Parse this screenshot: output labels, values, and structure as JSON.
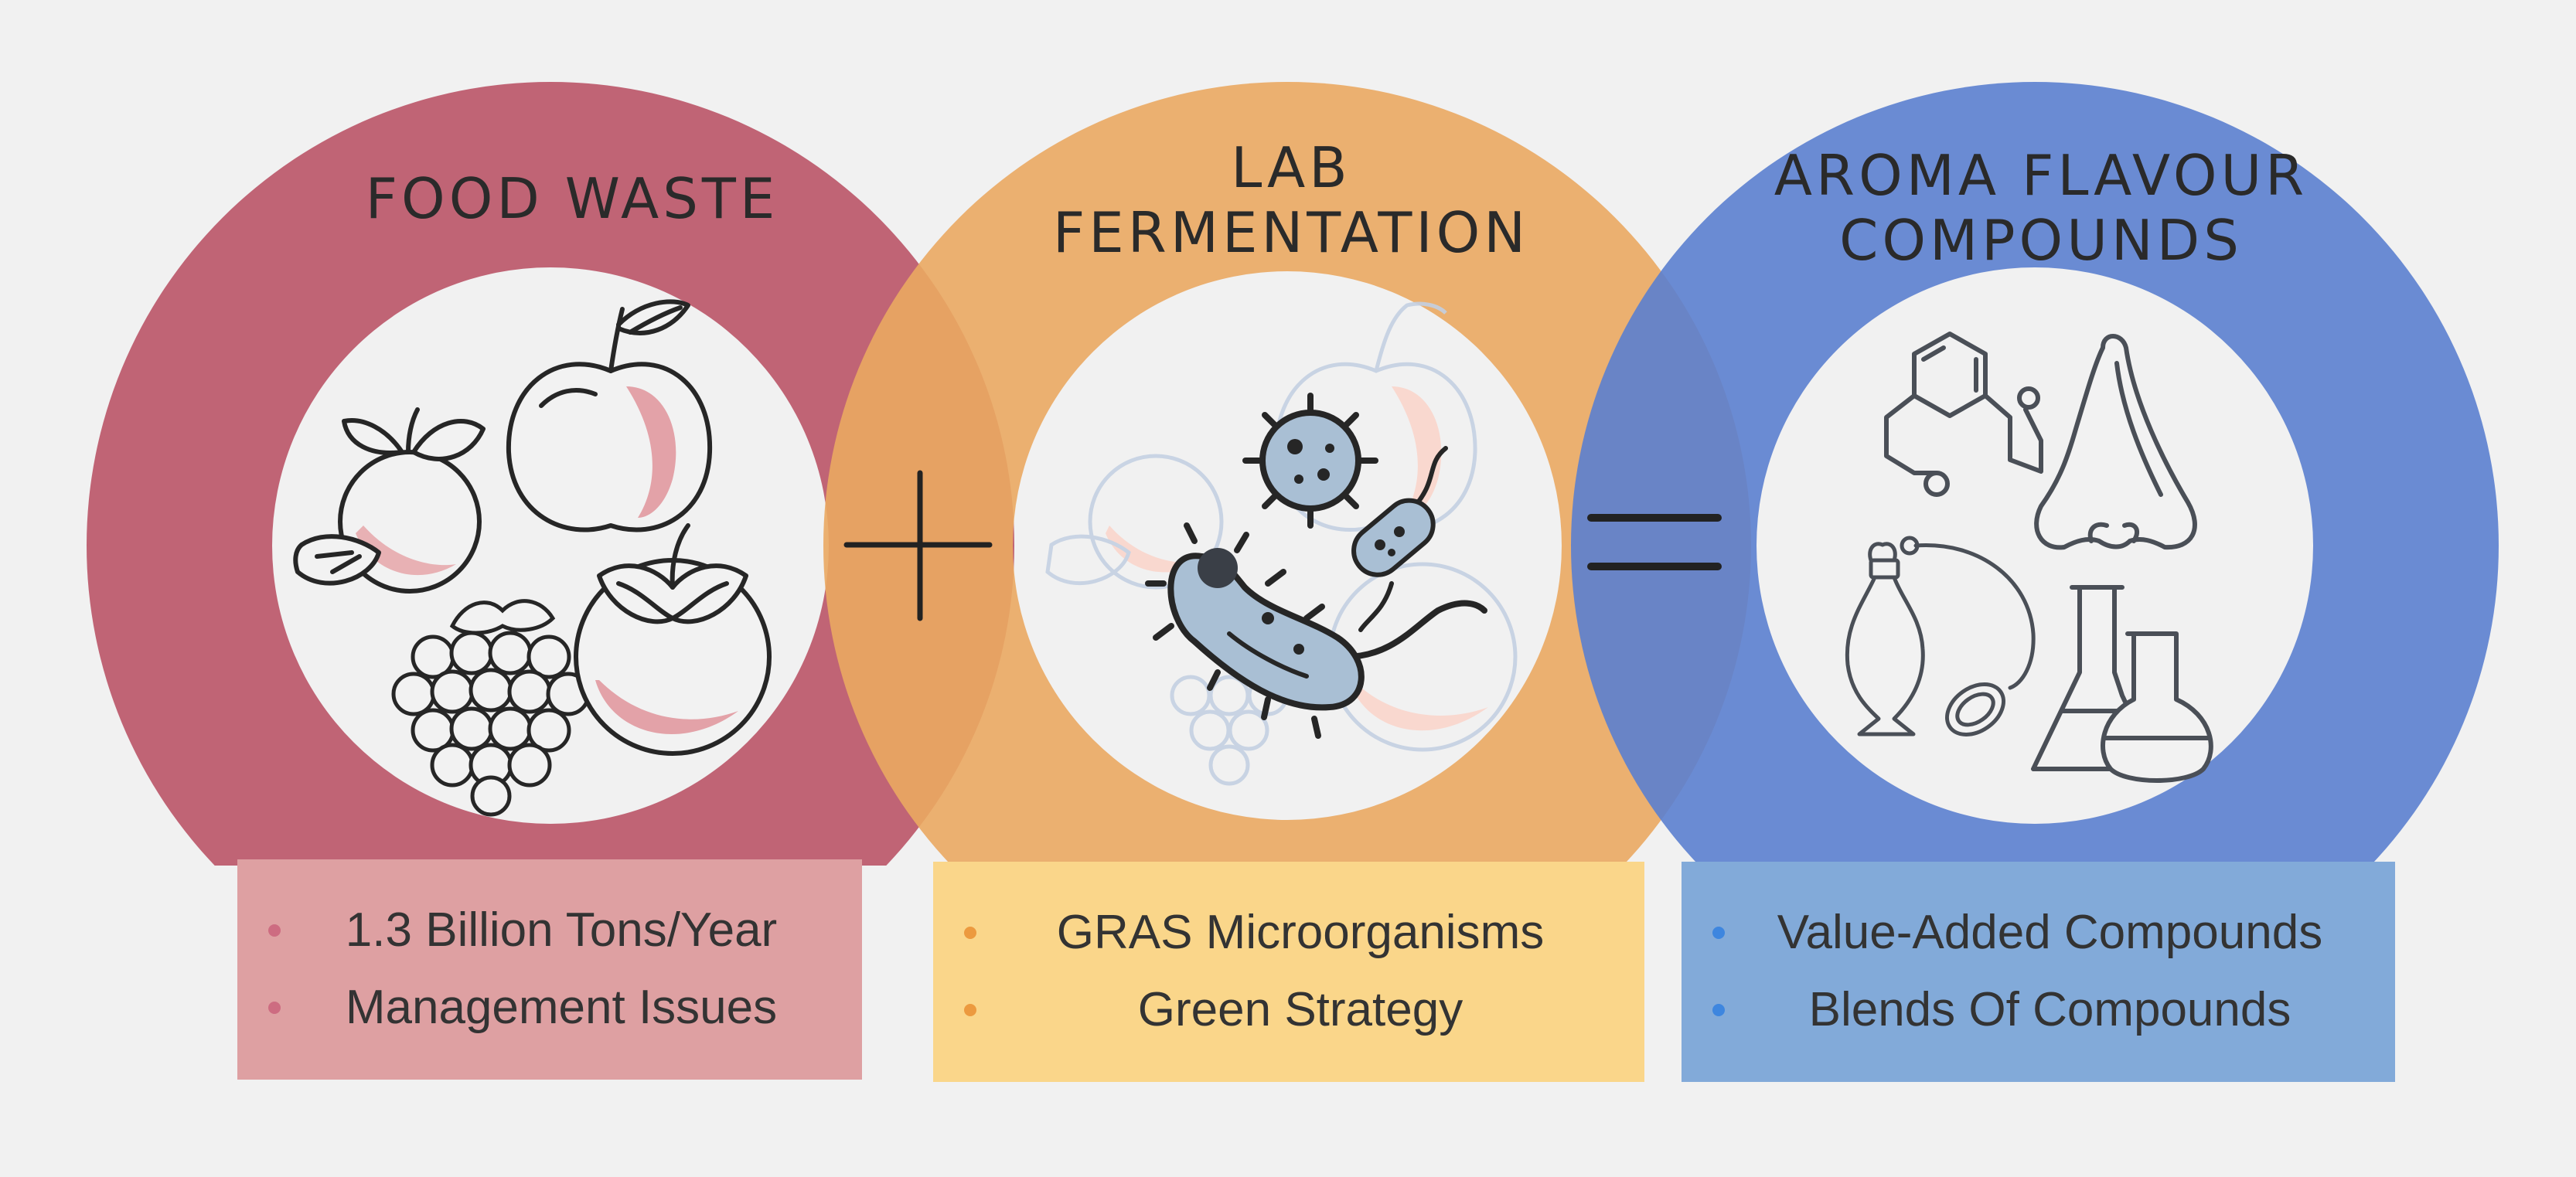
{
  "colors": {
    "background": "#f1f1f1",
    "red_ring": "#c06475",
    "orange_ring": "#eaa862",
    "blue_ring": "#6486cf",
    "red_box": "#dea0a2",
    "orange_box": "#fad68a",
    "blue_box": "#82aad9",
    "red_dot": "#cd6c81",
    "orange_dot": "#ec9a3f",
    "blue_dot": "#3e86df"
  },
  "columns": [
    {
      "title": "FOOD WASTE",
      "icons": [
        "apple-icon",
        "tangerine-icon",
        "grapes-icon",
        "persimmon-icon"
      ],
      "bullets": [
        "1.3 Billion Tons/Year",
        "Management Issues"
      ]
    },
    {
      "title": "LAB\nFERMENTATION",
      "icons": [
        "virus-icon",
        "bacterium-icon",
        "small-bacterium-icon",
        "faded-fruit-icon"
      ],
      "bullets": [
        "GRAS Microorganisms",
        "Green Strategy"
      ]
    },
    {
      "title": "AROMA FLAVOUR\nCOMPOUNDS",
      "icons": [
        "molecule-icon",
        "nose-icon",
        "perfume-atomizer-icon",
        "flasks-icon"
      ],
      "bullets": [
        "Value-Added Compounds",
        "Blends Of Compounds"
      ]
    }
  ],
  "operators": {
    "plus": "plus-icon",
    "equals": "equals-icon"
  }
}
